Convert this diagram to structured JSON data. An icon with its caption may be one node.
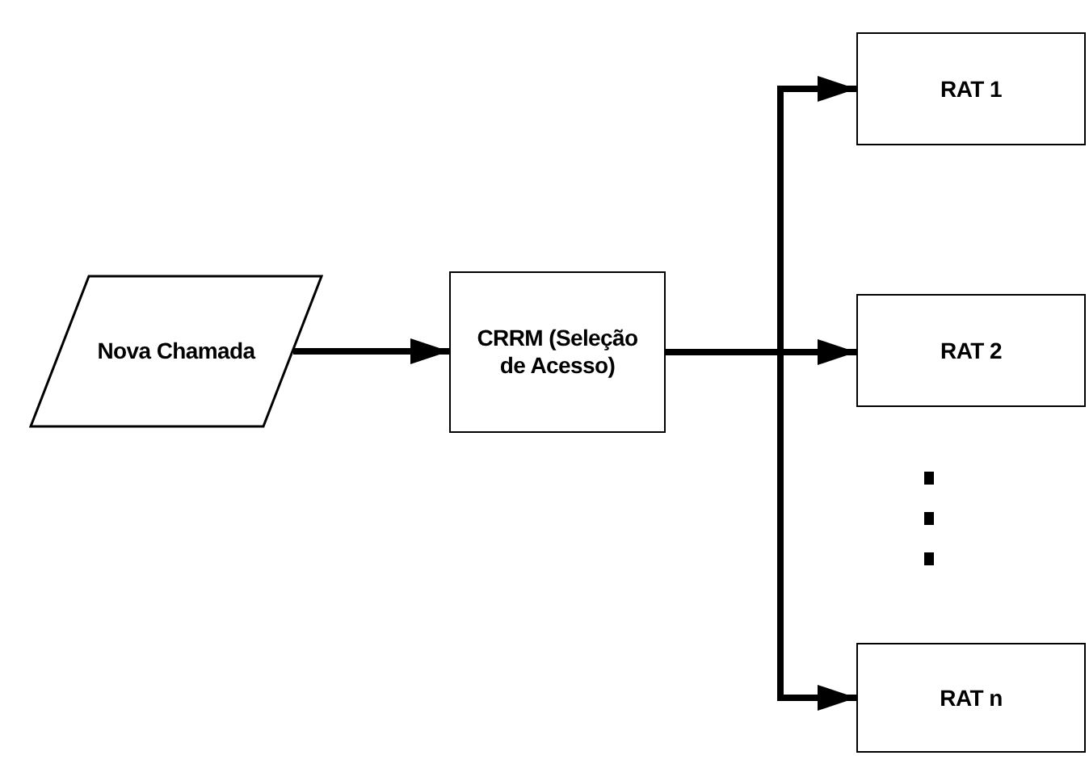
{
  "diagram": {
    "nodes": [
      {
        "text": [
          "Nova Chamada"
        ]
      },
      {
        "text": [
          "CRRM (Seleção de Acesso)"
        ]
      },
      {
        "text": [
          "RAT 1"
        ]
      },
      {
        "text": [
          "RAT 2"
        ]
      },
      {
        "text": [
          "RAT n"
        ]
      }
    ],
    "edges": [
      {
        "from": 0,
        "to": 1,
        "arrow": "to"
      },
      {
        "from": 1,
        "to": 2,
        "arrow": "to"
      },
      {
        "from": 1,
        "to": 3,
        "arrow": "to"
      },
      {
        "from": 1,
        "to": 4,
        "arrow": "to"
      }
    ]
  }
}
